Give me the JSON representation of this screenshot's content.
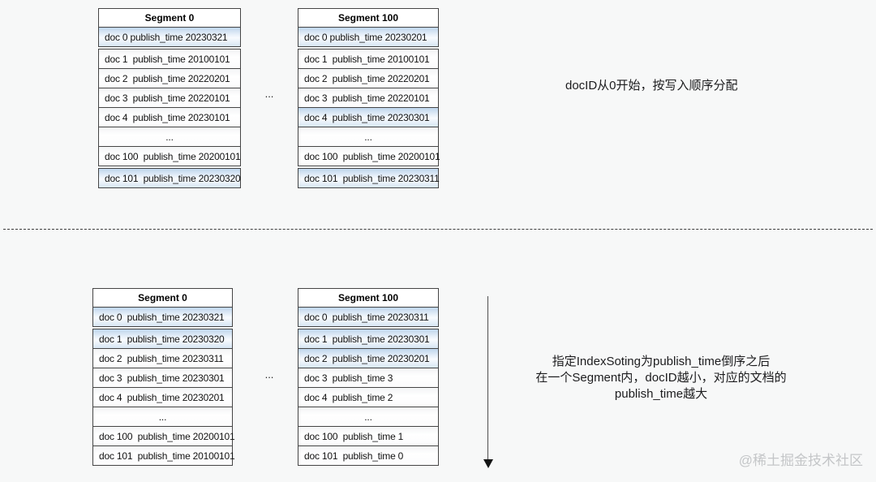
{
  "colors": {
    "background": "#f7f8f8",
    "highlight_blue": "#bed5ec",
    "row_border": "#454545",
    "watermark_gray": "#c4c6c8"
  },
  "top_section": {
    "annotation": "docID从0开始，按写入顺序分配",
    "ellipsis": "...",
    "tables": [
      {
        "title": "Segment 0",
        "rows": [
          {
            "text": "doc 0 publish_time 20230321",
            "highlight": true
          },
          {
            "text": "doc 1  publish_time 20100101",
            "highlight": false
          },
          {
            "text": "doc 2  publish_time 20220201",
            "highlight": false
          },
          {
            "text": "doc 3  publish_time 20220101",
            "highlight": false
          },
          {
            "text": "doc 4  publish_time 20230101",
            "highlight": false
          },
          {
            "text": "...",
            "highlight": false
          },
          {
            "text": "doc 100  publish_time 20200101",
            "highlight": false
          },
          {
            "text": "doc 101  publish_time 20230320",
            "highlight": true
          }
        ]
      },
      {
        "title": "Segment 100",
        "rows": [
          {
            "text": "doc 0 publish_time 20230201",
            "highlight": true
          },
          {
            "text": "doc 1  publish_time 20100101",
            "highlight": false
          },
          {
            "text": "doc 2  publish_time 20220201",
            "highlight": false
          },
          {
            "text": "doc 3  publish_time 20220101",
            "highlight": false
          },
          {
            "text": "doc 4  publish_time 20230301",
            "highlight": true
          },
          {
            "text": "...",
            "highlight": false
          },
          {
            "text": "doc 100  publish_time 20200101",
            "highlight": false
          },
          {
            "text": "doc 101  publish_time 20230311",
            "highlight": true
          }
        ]
      }
    ]
  },
  "bottom_section": {
    "annotation_lines": [
      "指定IndexSoting为publish_time倒序之后",
      "在一个Segment内，docID越小，对应的文档的",
      "publish_time越大"
    ],
    "ellipsis": "...",
    "tables": [
      {
        "title": "Segment 0",
        "rows": [
          {
            "text": "doc 0  publish_time 20230321",
            "highlight": true
          },
          {
            "text": "doc 1  publish_time 20230320",
            "highlight": true
          },
          {
            "text": "doc 2  publish_time 20230311",
            "highlight": false
          },
          {
            "text": "doc 3  publish_time 20230301",
            "highlight": false
          },
          {
            "text": "doc 4  publish_time 20230201",
            "highlight": false
          },
          {
            "text": "...",
            "highlight": false
          },
          {
            "text": "doc 100  publish_time 20200101",
            "highlight": false
          },
          {
            "text": "doc 101  publish_time 20100101",
            "highlight": false
          }
        ]
      },
      {
        "title": "Segment 100",
        "rows": [
          {
            "text": "doc 0  publish_time 20230311",
            "highlight": true
          },
          {
            "text": "doc 1  publish_time 20230301",
            "highlight": true
          },
          {
            "text": "doc 2  publish_time 20230201",
            "highlight": true
          },
          {
            "text": "doc 3  publish_time 3",
            "highlight": false
          },
          {
            "text": "doc 4  publish_time 2",
            "highlight": false
          },
          {
            "text": "...",
            "highlight": false
          },
          {
            "text": "doc 100  publish_time 1",
            "highlight": false
          },
          {
            "text": "doc 101  publish_time 0",
            "highlight": false
          }
        ]
      }
    ]
  },
  "watermark": "@稀土掘金技术社区"
}
